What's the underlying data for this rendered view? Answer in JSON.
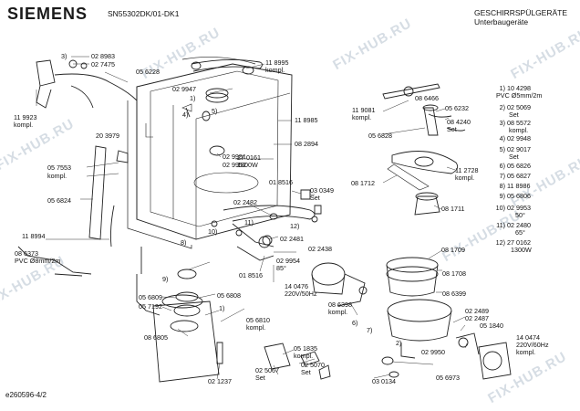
{
  "header": {
    "brand": "SIEMENS",
    "model": "SN55302DK/01-DK1",
    "title": "GESCHIRRSPÜLGERÄTE",
    "subtitle": "Unterbaugeräte"
  },
  "footer": {
    "ref": "e260596-4/2"
  },
  "watermark": "FIX-HUB.RU",
  "legend": [
    {
      "key": "1)",
      "code": "10 4298",
      "extra": "PVC Ø5mm/2m"
    },
    {
      "key": "2)",
      "code": "02 5069",
      "extra": "Set"
    },
    {
      "key": "3)",
      "code": "08 5572",
      "extra": "kompl."
    },
    {
      "key": "4)",
      "code": "02 9948",
      "extra": ""
    },
    {
      "key": "5)",
      "code": "02 9017",
      "extra": "Set"
    },
    {
      "key": "6)",
      "code": "05 6826",
      "extra": ""
    },
    {
      "key": "7)",
      "code": "05 6827",
      "extra": ""
    },
    {
      "key": "8)",
      "code": "11 8986",
      "extra": ""
    },
    {
      "key": "9)",
      "code": "05 6806",
      "extra": ""
    },
    {
      "key": "10)",
      "code": "02 9953",
      "extra": "50°"
    },
    {
      "key": "11)",
      "code": "02 2480",
      "extra": "65°"
    },
    {
      "key": "12)",
      "code": "27 0162",
      "extra": "1300W"
    }
  ],
  "labels": {
    "l1": "3)",
    "l2": "02 8983",
    "l3": "02 7475",
    "l4": "05 6228",
    "l5": "11 9923",
    "l6": "kompl.",
    "l7": "02 9947",
    "l8": "11 8995",
    "l9": "kompl.",
    "l10": "1)",
    "l11": "4)",
    "l12": "5)",
    "l13": "11 8985",
    "l14": "20 3979",
    "l15": "02 9951",
    "l16": "02 9952",
    "l17": "08 2894",
    "l18": "05 7553",
    "l19": "kompl.",
    "l20": "27 0161",
    "l21": "1800W",
    "l22": "05 6824",
    "l23": "01 8516",
    "l24": "02 2482",
    "l25": "03 0349",
    "l26": "Set",
    "l27": "11 8994",
    "l28": "11)",
    "l29": "12)",
    "l30": "10)",
    "l31": "8)",
    "l32": "02 2481",
    "l33": "02 2438",
    "l34": "02 9954",
    "l35": "85°",
    "l36": "01 8516",
    "l37": "08 6373",
    "l38": "PVC Ø8mm/2m",
    "l39": "9)",
    "l40": "05 6809",
    "l41": "05 7192",
    "l42": "05 6808",
    "l43": "1)",
    "l44": "05 6810",
    "l45": "kompl.",
    "l46": "08 6805",
    "l47": "02 1237",
    "l48": "05 1835",
    "l49": "kompl.",
    "l50": "02 5067",
    "l51": "Set",
    "l52": "02 5070",
    "l53": "Set",
    "l54": "03 0134",
    "l55": "14 0476",
    "l56": "220V/50Hz",
    "l57": "08 6398",
    "l58": "kompl.",
    "l59": "6)",
    "l60": "7)",
    "l61": "2)",
    "l62": "08 1709",
    "l63": "08 1708",
    "l64": "08 6399",
    "l65": "02 2489",
    "l66": "02 2487",
    "l67": "05 1840",
    "l68": "02 9950",
    "l69": "05 6973",
    "l70": "14 0474",
    "l71": "220V/60Hz",
    "l72": "kompl.",
    "l73": "08 6466",
    "l74": "11 9081",
    "l75": "kompl.",
    "l76": "05 6232",
    "l77": "08 4240",
    "l78": "Set",
    "l79": "05 6828",
    "l80": "08 1712",
    "l81": "11 2728",
    "l82": "kompl.",
    "l83": "08 1711"
  }
}
